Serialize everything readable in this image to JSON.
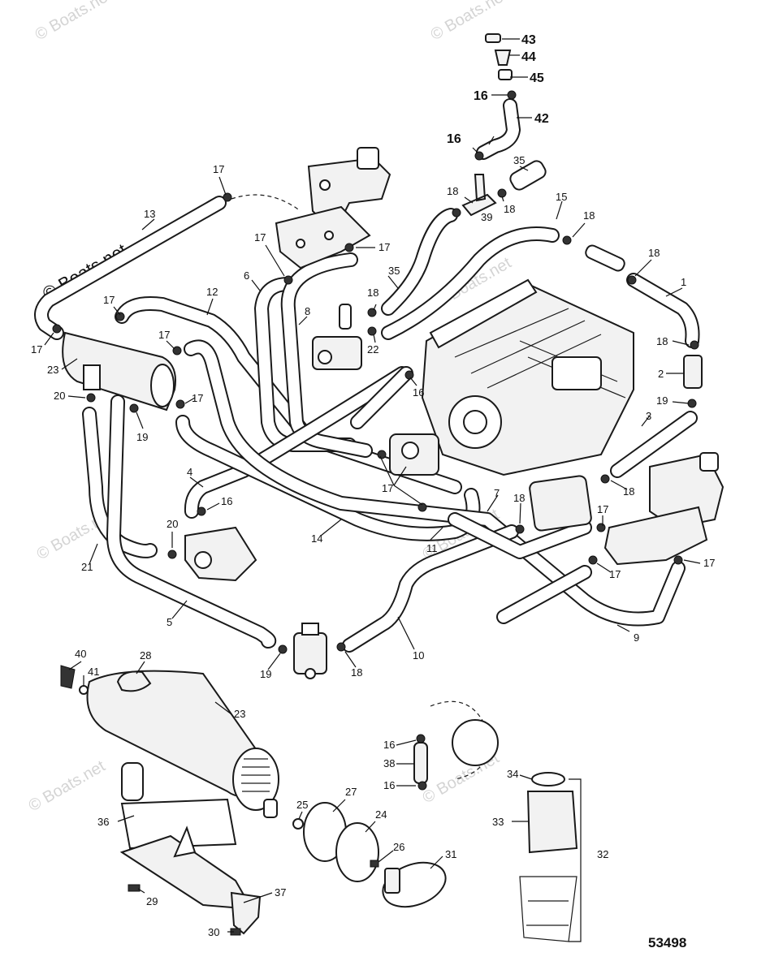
{
  "watermark": {
    "primary": "© Boats.net",
    "faint": "© Boats.net"
  },
  "figure_number": "53498",
  "callouts": {
    "c1": "1",
    "c2": "2",
    "c3": "3",
    "c4": "4",
    "c5": "5",
    "c6": "6",
    "c7": "7",
    "c8": "8",
    "c9": "9",
    "c10": "10",
    "c11": "11",
    "c12": "12",
    "c13": "13",
    "c14": "14",
    "c15": "15",
    "c16": "16",
    "c17": "17",
    "c18": "18",
    "c19": "19",
    "c20": "20",
    "c21": "21",
    "c22": "22",
    "c23": "23",
    "c24": "24",
    "c25": "25",
    "c26": "26",
    "c27": "27",
    "c28": "28",
    "c29": "29",
    "c30": "30",
    "c31": "31",
    "c32": "32",
    "c33": "33",
    "c34": "34",
    "c35": "35",
    "c36": "36",
    "c37": "37",
    "c38": "38",
    "c39": "39",
    "c40": "40",
    "c41": "41",
    "c42": "42",
    "c43": "43",
    "c44": "44",
    "c45": "45"
  },
  "colors": {
    "line": "#1a1a1a",
    "paper": "#ffffff",
    "watermark": "#d4d4d4"
  }
}
